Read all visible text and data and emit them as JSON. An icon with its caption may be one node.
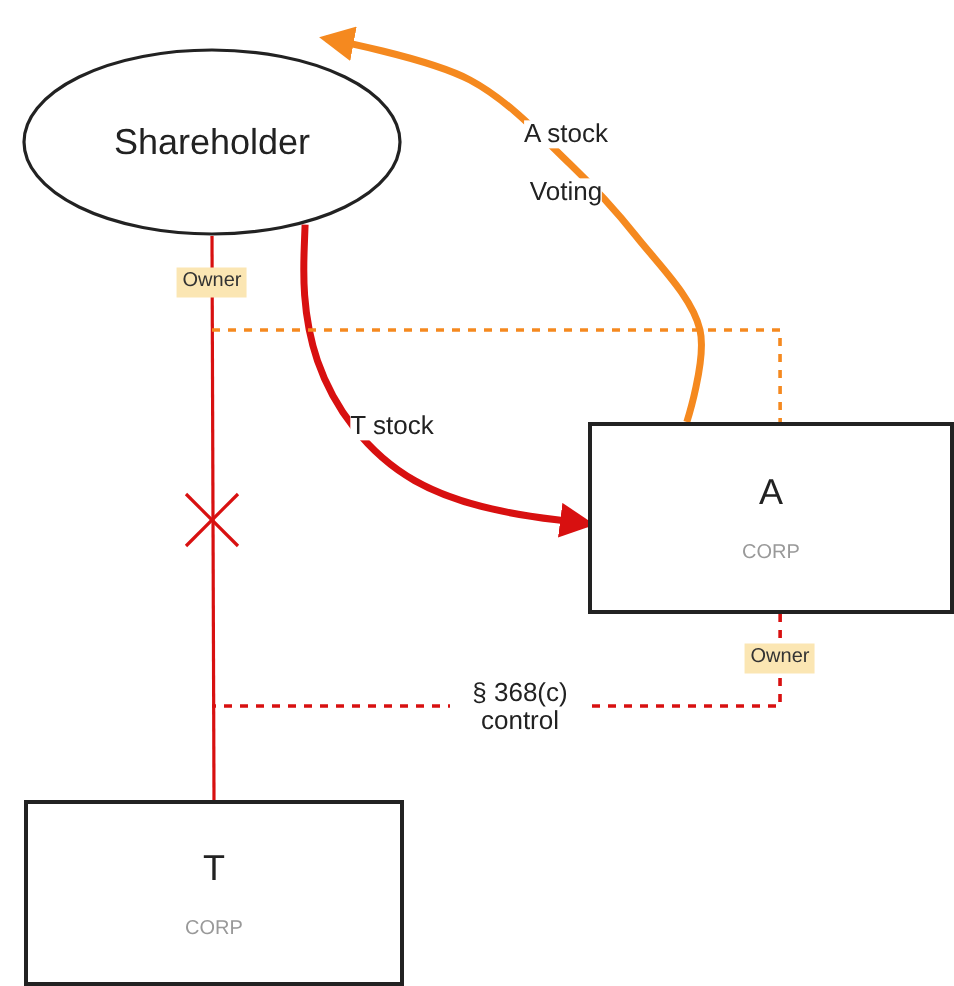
{
  "diagram": {
    "nodes": [
      {
        "text": [
          "Shareholder"
        ]
      },
      {
        "text": [
          "A",
          "CORP"
        ]
      },
      {
        "text": [
          "T",
          "CORP"
        ]
      }
    ],
    "edges": [
      {
        "from": 0,
        "to": 2,
        "arrow": "none",
        "label": "Owner"
      },
      {
        "from": 0,
        "to": 1,
        "arrow": "to",
        "label": "T stock",
        "style": "thick"
      },
      {
        "from": 1,
        "to": 0,
        "arrow": "to",
        "label": "A stock",
        "style": "thick",
        "color": "#f5891f"
      },
      {
        "from": null,
        "to": 1,
        "arrow": "none",
        "style": "dashed",
        "color": "#f5891f"
      },
      {
        "from": 1,
        "to": null,
        "arrow": "none",
        "label": "§ 368(c) control",
        "style": "dashed"
      }
    ],
    "labels": [
      "Voting",
      "Owner"
    ]
  }
}
